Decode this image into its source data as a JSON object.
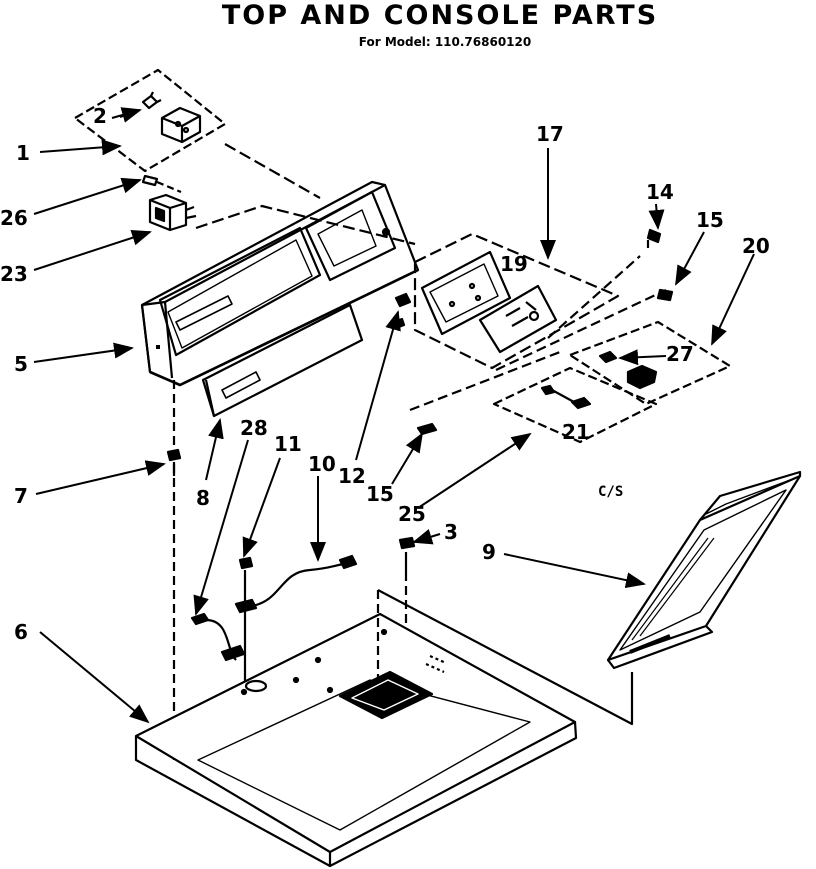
{
  "header": {
    "title": "TOP AND CONSOLE PARTS",
    "subtitle": "For Model: 110.76860120"
  },
  "note": "C/S",
  "callouts": [
    {
      "id": "c1",
      "label": "1"
    },
    {
      "id": "c2",
      "label": "2"
    },
    {
      "id": "c3",
      "label": "3"
    },
    {
      "id": "c5",
      "label": "5"
    },
    {
      "id": "c6",
      "label": "6"
    },
    {
      "id": "c7",
      "label": "7"
    },
    {
      "id": "c8",
      "label": "8"
    },
    {
      "id": "c9",
      "label": "9"
    },
    {
      "id": "c10",
      "label": "10"
    },
    {
      "id": "c11",
      "label": "11"
    },
    {
      "id": "c12",
      "label": "12"
    },
    {
      "id": "c14",
      "label": "14"
    },
    {
      "id": "c15a",
      "label": "15"
    },
    {
      "id": "c15b",
      "label": "15"
    },
    {
      "id": "c17",
      "label": "17"
    },
    {
      "id": "c19",
      "label": "19"
    },
    {
      "id": "c20",
      "label": "20"
    },
    {
      "id": "c21",
      "label": "21"
    },
    {
      "id": "c23",
      "label": "23"
    },
    {
      "id": "c25",
      "label": "25"
    },
    {
      "id": "c26",
      "label": "26"
    },
    {
      "id": "c27",
      "label": "27"
    },
    {
      "id": "c28",
      "label": "28"
    }
  ]
}
